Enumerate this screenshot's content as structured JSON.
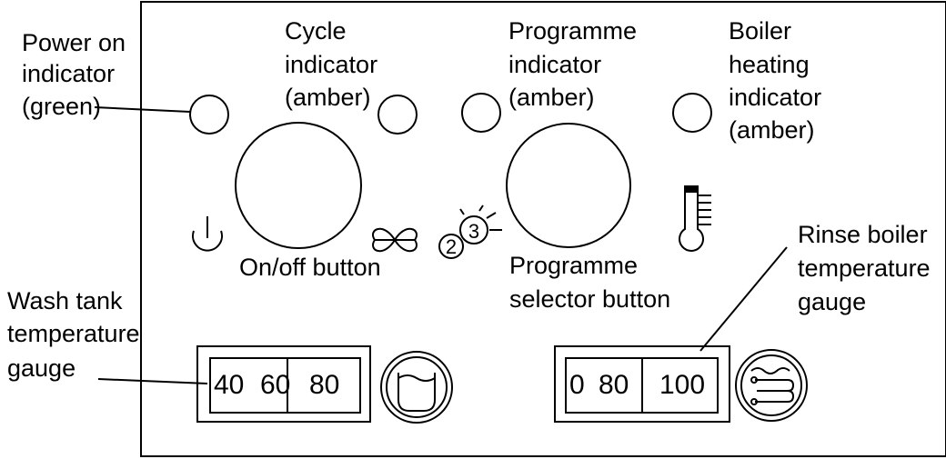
{
  "labels": {
    "power_line1": "Power on",
    "power_line2": "indicator",
    "power_line3": "(green)",
    "cycle_line1": "Cycle",
    "cycle_line2": "indicator",
    "cycle_line3": "(amber)",
    "programme_line1": "Programme",
    "programme_line2": "indicator",
    "programme_line3": "(amber)",
    "boiler_line1": "Boiler",
    "boiler_line2": "heating",
    "boiler_line3": "indicator",
    "boiler_line4": "(amber)",
    "onoff": "On/off button",
    "selector_line1": "Programme",
    "selector_line2": "selector button",
    "wash_line1": "Wash tank",
    "wash_line2": "temperature",
    "wash_line3": "gauge",
    "rinse_line1": "Rinse boiler",
    "rinse_line2": "temperature",
    "rinse_line3": "gauge"
  },
  "wash_gauge": {
    "v1": "40",
    "v2": "60",
    "v3": "80"
  },
  "rinse_gauge": {
    "v1": "0",
    "v2": "80",
    "v3": "100"
  },
  "programme_numbers": {
    "small": "2",
    "large": "3"
  },
  "icons": [
    "power-icon",
    "fan-icon",
    "programme-icon",
    "thermometer-icon",
    "wash-tank-icon",
    "rinse-boiler-icon"
  ]
}
